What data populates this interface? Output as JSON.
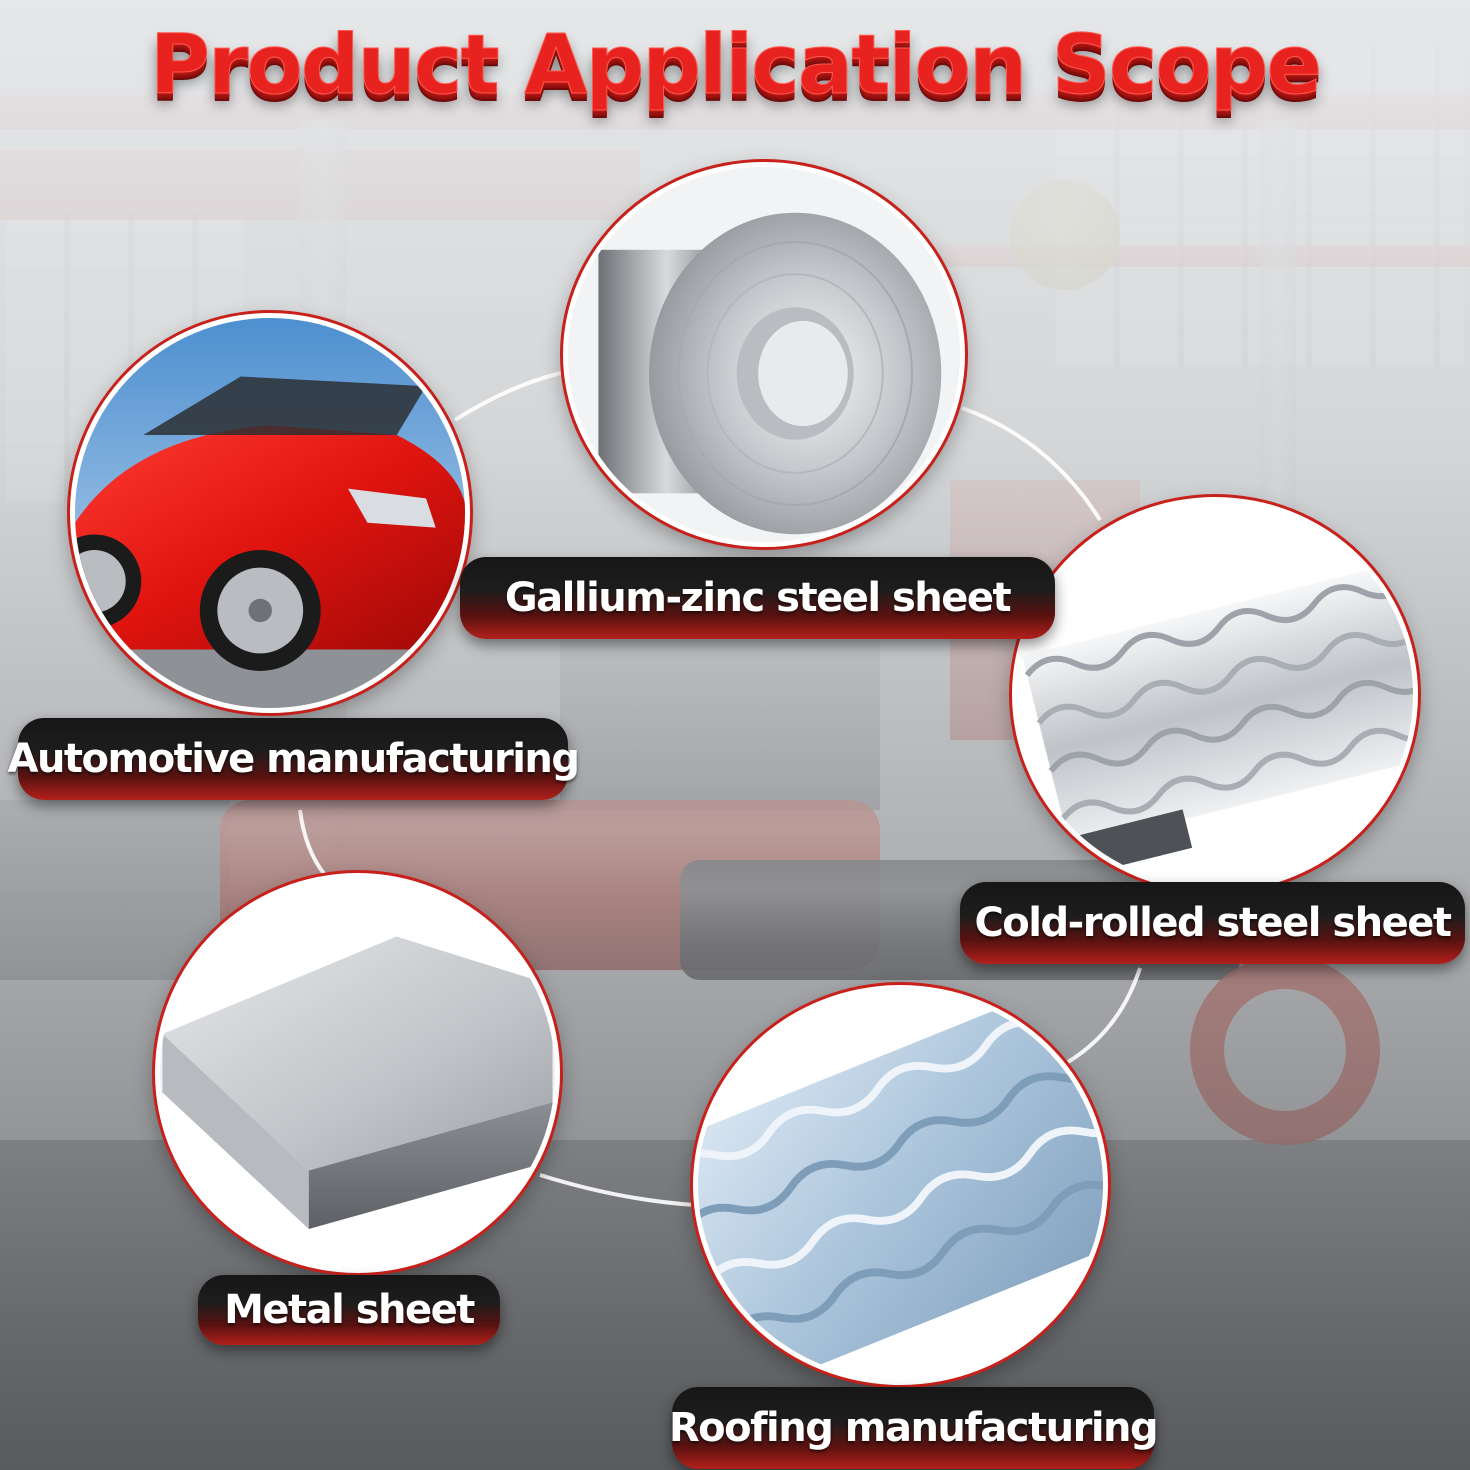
{
  "title": "Product Application Scope",
  "items": [
    {
      "label": "Gallium-zinc steel sheet",
      "image_icon": "steel-coil-icon"
    },
    {
      "label": "Automotive manufacturing",
      "image_icon": "red-convertible-car-icon"
    },
    {
      "label": "Cold-rolled steel sheet",
      "image_icon": "corrugated-sheet-stack-icon"
    },
    {
      "label": "Metal sheet",
      "image_icon": "flat-metal-plate-stack-icon"
    },
    {
      "label": "Roofing manufacturing",
      "image_icon": "corrugated-roof-sheet-icon"
    }
  ],
  "colors": {
    "title_red": "#e8231f",
    "label_dark": "#161616",
    "label_red": "#b3201b",
    "circle_border": "#ffffff",
    "circle_ring": "#c8201b"
  }
}
